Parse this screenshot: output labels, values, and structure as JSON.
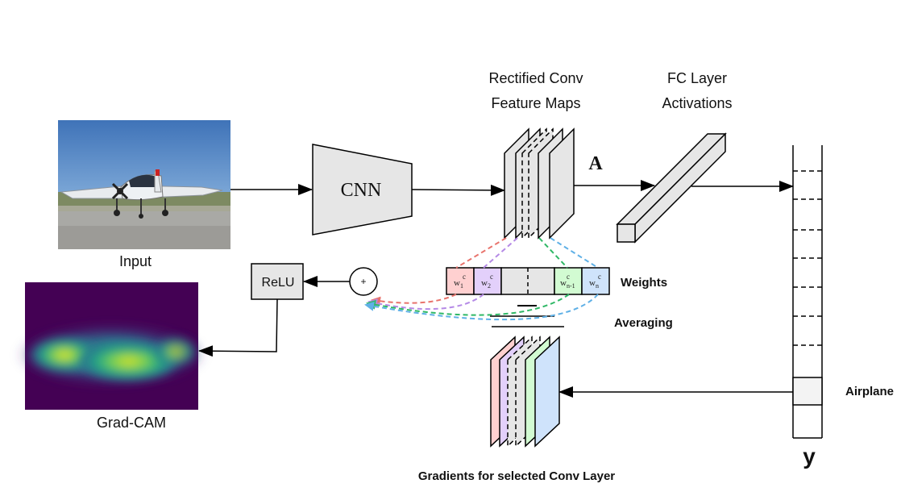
{
  "labels": {
    "input": "Input",
    "gradcam": "Grad-CAM",
    "cnn": "CNN",
    "relu": "ReLU",
    "plus": "+",
    "conv_title_1": "Rectified Conv",
    "conv_title_2": "Feature Maps",
    "fc_title_1": "FC Layer",
    "fc_title_2": "Activations",
    "a_symbol": "A",
    "weights": "Weights",
    "averaging": "Averaging",
    "gradients": "Gradients for selected Conv Layer",
    "airplane": "Airplane",
    "y_symbol": "y"
  },
  "weights": {
    "w1": {
      "base": "w",
      "sub": "1",
      "sup": "c"
    },
    "w2": {
      "base": "w",
      "sub": "2",
      "sup": "c"
    },
    "wn1": {
      "base": "w",
      "sub": "n-1",
      "sup": "c"
    },
    "wn": {
      "base": "w",
      "sub": "n",
      "sup": "c"
    }
  },
  "colors": {
    "red": "#ffd0d0",
    "purple": "#e3d0fb",
    "green": "#d2fbd2",
    "blue": "#cfe3fb",
    "gray": "#e6e6e6",
    "dash_red": "#e8736c",
    "dash_purple": "#b58ae6",
    "dash_green": "#2fb866",
    "dash_blue": "#5fb0e6"
  }
}
